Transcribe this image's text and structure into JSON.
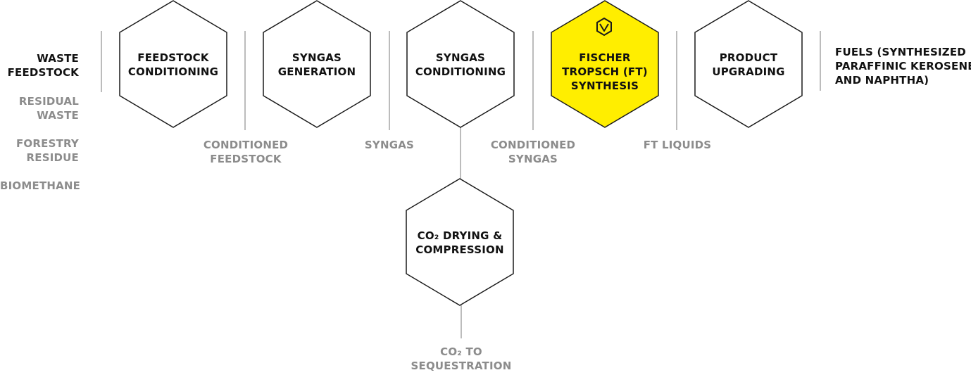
{
  "input": {
    "title": [
      "WASTE",
      "FEEDSTOCK"
    ],
    "sources": [
      [
        "RESIDUAL",
        "WASTE"
      ],
      [
        "FORESTRY",
        "RESIDUE"
      ],
      [
        "BIOMETHANE"
      ]
    ]
  },
  "steps": [
    {
      "id": "feedstock-conditioning",
      "lines": [
        "FEEDSTOCK",
        "CONDITIONING"
      ],
      "highlight": false
    },
    {
      "id": "syngas-generation",
      "lines": [
        "SYNGAS",
        "GENERATION"
      ],
      "highlight": false
    },
    {
      "id": "syngas-conditioning",
      "lines": [
        "SYNGAS",
        "CONDITIONING"
      ],
      "highlight": false
    },
    {
      "id": "ft-synthesis",
      "lines": [
        "FISCHER",
        "TROPSCH (FT)",
        "SYNTHESIS"
      ],
      "highlight": true,
      "icon": "hexagon-logo-icon"
    },
    {
      "id": "product-upgrading",
      "lines": [
        "PRODUCT",
        "UPGRADING"
      ],
      "highlight": false
    }
  ],
  "branch_step": {
    "id": "co2-drying-compression",
    "lines": [
      "CO₂ DRYING &",
      "COMPRESSION"
    ]
  },
  "intermediates": [
    [
      "CONDITIONED",
      "FEEDSTOCK"
    ],
    [
      "SYNGAS"
    ],
    [
      "CONDITIONED",
      "SYNGAS"
    ],
    [
      "FT LIQUIDS"
    ]
  ],
  "branch_output": [
    "CO₂ TO",
    "SEQUESTRATION"
  ],
  "output": [
    "FUELS (SYNTHESIZED",
    "PARAFFINIC KEROSENE",
    "AND NAPHTHA)"
  ],
  "colors": {
    "highlight": "#ffee00",
    "stroke": "#1a1a1a",
    "connector": "#a6a6a6",
    "primary_text": "#111111",
    "secondary_text": "#8c8c8c"
  }
}
